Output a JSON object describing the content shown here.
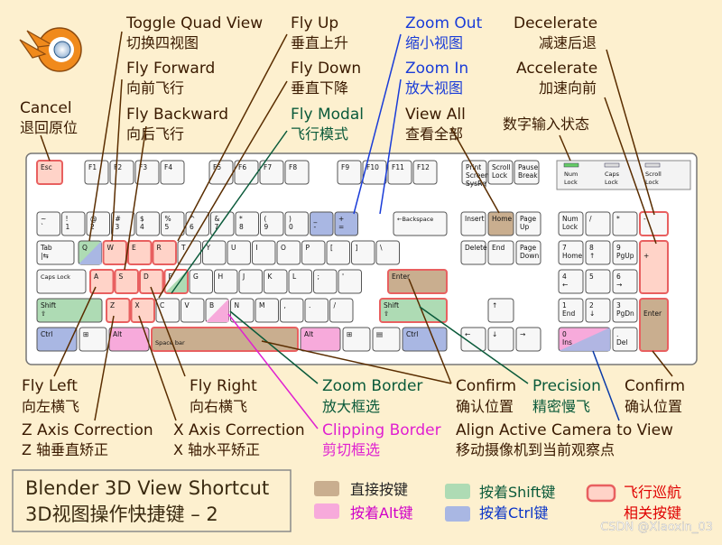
{
  "title": {
    "en": "Blender 3D View Shortcut",
    "zh": "3D视图操作快捷键 – 2"
  },
  "legend": [
    {
      "label": "直接按键",
      "color": "#c9ae8f",
      "text_color": "#222222"
    },
    {
      "label": "按着Alt键",
      "color": "#f7aadb",
      "text_color": "#d000c8"
    },
    {
      "label": "按着Shift键",
      "color": "#aedbb4",
      "text_color": "#0a5a3a"
    },
    {
      "label": "按着Ctrl键",
      "color": "#a9b7e3",
      "text_color": "#0b35c8"
    },
    {
      "label": "飞行巡航",
      "label2": "相关按键",
      "color": "#ffd3c8",
      "border": "#e86060",
      "text_color": "#e00000"
    }
  ],
  "labels": {
    "toggle_quad": {
      "en": "Toggle Quad View",
      "zh": "切换四视图"
    },
    "fly_forward": {
      "en": "Fly Forward",
      "zh": "向前飞行"
    },
    "fly_backward": {
      "en": "Fly Backward",
      "zh": "向后飞行"
    },
    "cancel": {
      "en": "Cancel",
      "zh": "退回原位"
    },
    "fly_up": {
      "en": "Fly Up",
      "zh": "垂直上升"
    },
    "fly_down": {
      "en": "Fly Down",
      "zh": "垂直下降"
    },
    "fly_modal": {
      "en": "Fly Modal",
      "zh": "飞行模式"
    },
    "zoom_out": {
      "en": "Zoom Out",
      "zh": "缩小视图"
    },
    "zoom_in": {
      "en": "Zoom In",
      "zh": "放大视图"
    },
    "view_all": {
      "en": "View All",
      "zh": "查看全部"
    },
    "decelerate": {
      "en": "Decelerate",
      "zh": "减速后退"
    },
    "accelerate": {
      "en": "Accelerate",
      "zh": "加速向前"
    },
    "numeric_input": {
      "zh": "数字输入状态"
    },
    "fly_left": {
      "en": "Fly Left",
      "zh": "向左横飞"
    },
    "fly_right": {
      "en": "Fly Right",
      "zh": "向右横飞"
    },
    "zoom_border": {
      "en": "Zoom Border",
      "zh": "放大框选"
    },
    "clipping_border": {
      "en": "Clipping Border",
      "zh": "剪切框选"
    },
    "confirm1": {
      "en": "Confirm",
      "zh": "确认位置"
    },
    "precision": {
      "en": "Precision",
      "zh": "精密慢飞"
    },
    "confirm2": {
      "en": "Confirm",
      "zh": "确认位置"
    },
    "z_axis": {
      "en": "Z Axis Correction",
      "zh": "Z 轴垂直矫正"
    },
    "x_axis": {
      "en": "X Axis Correction",
      "zh": "X 轴水平矫正"
    },
    "align_camera": {
      "en": "Align Active Camera to View",
      "zh": "移动摄像机到当前观察点"
    }
  },
  "indicators": [
    "Num Lock",
    "Caps Lock",
    "Scroll Lock"
  ],
  "watermark": "CSDN @Xiaoxin_03"
}
